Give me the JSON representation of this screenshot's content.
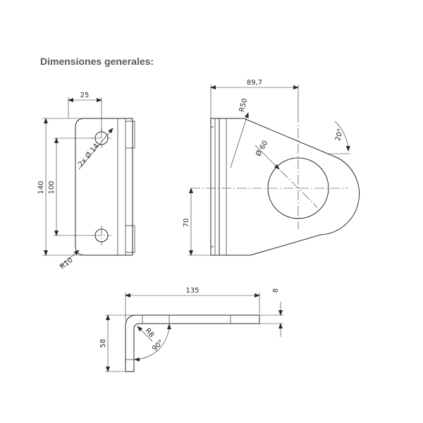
{
  "title": "Dimensiones generales:",
  "colors": {
    "line": "#2a2a2a",
    "title": "#5a5a5a",
    "background": "#ffffff"
  },
  "front_view": {
    "width": "25",
    "height": "140",
    "hole_spacing": "100",
    "holes": "2x Ø 14",
    "corner_radius": "R10"
  },
  "side_view": {
    "width": "89,7",
    "radius": "R50",
    "hole_diameter": "Ø 60",
    "angle": "20°",
    "hole_height": "70"
  },
  "top_view": {
    "length": "135",
    "thickness": "8",
    "height": "58",
    "bend_radius": "R8",
    "bend_angle": "90°"
  }
}
